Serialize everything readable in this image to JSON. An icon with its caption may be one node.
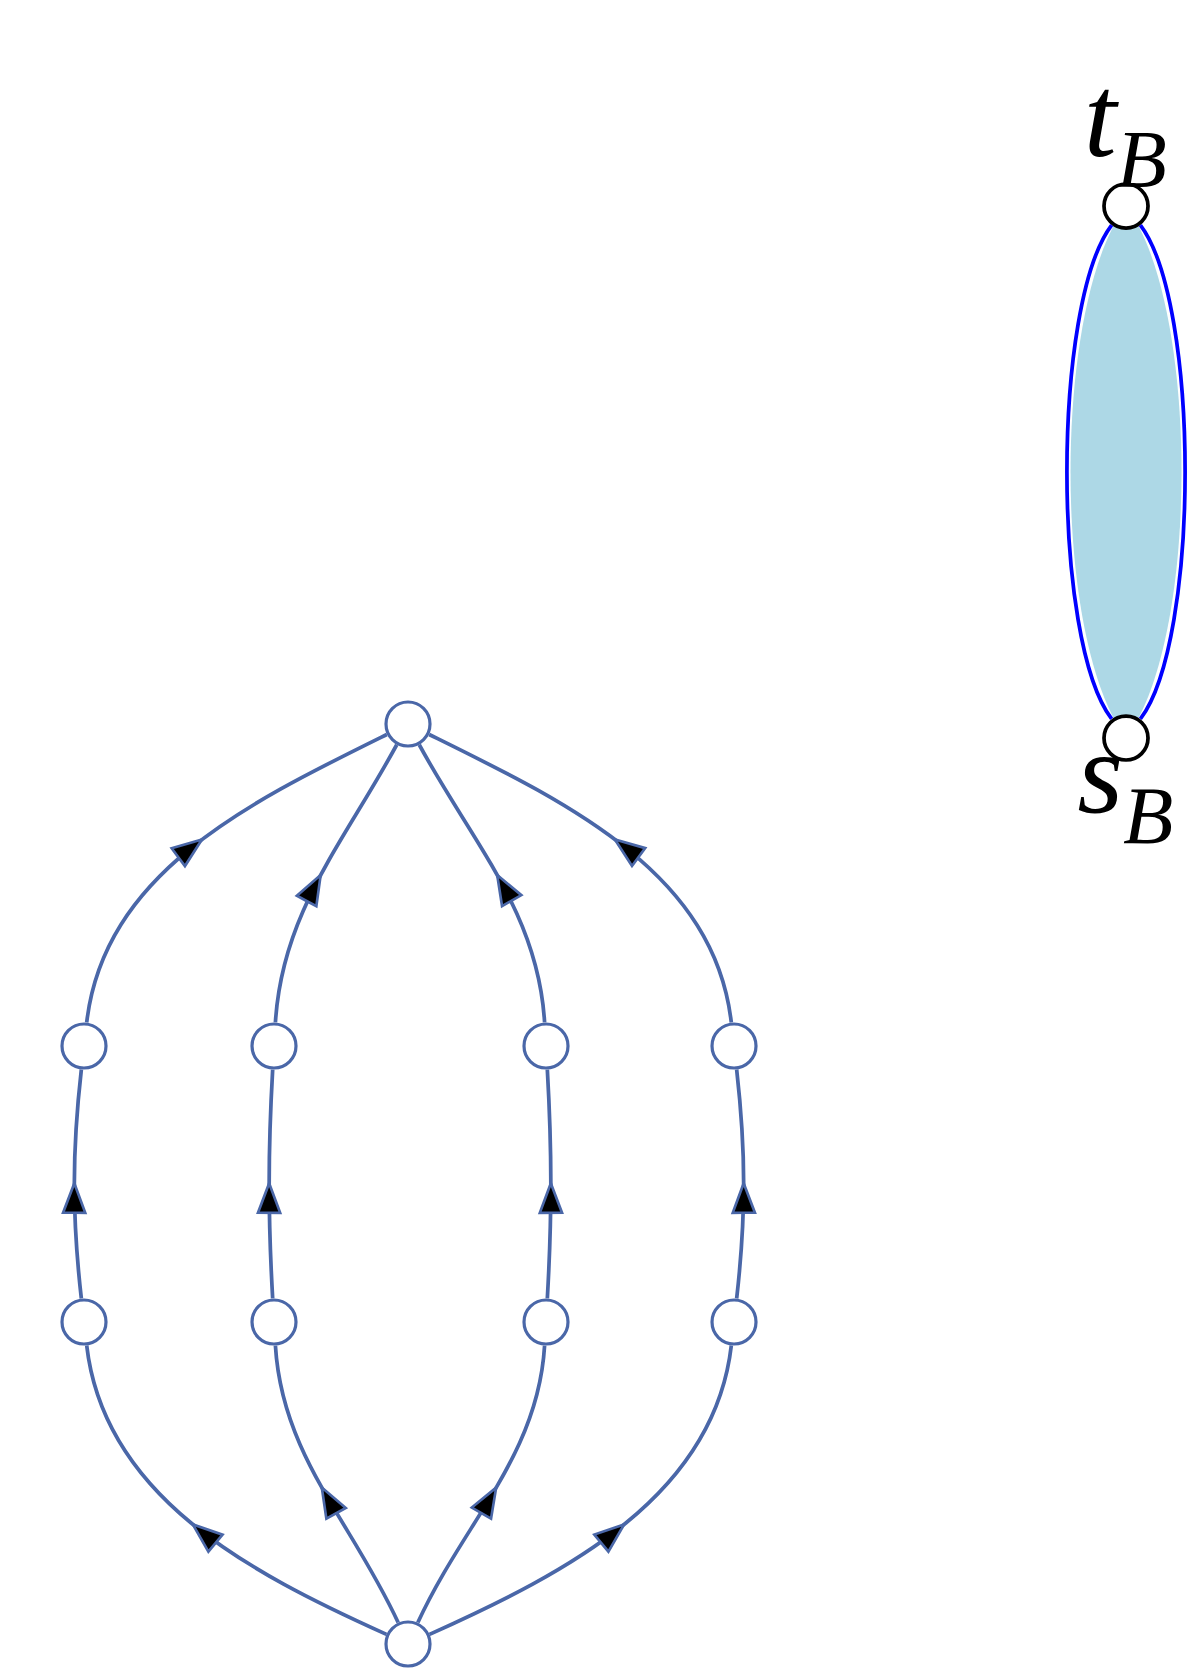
{
  "diagram": {
    "nodes": [
      {
        "text": [],
        "shape": "circle",
        "beside": [
          "t$_{B}$"
        ]
      },
      {
        "text": [],
        "shape": "circle",
        "beside": [
          "s$_{B}$"
        ]
      },
      {
        "text": [],
        "shape": "circle"
      },
      {
        "text": [],
        "shape": "circle"
      },
      {
        "text": [],
        "shape": "circle"
      },
      {
        "text": [],
        "shape": "circle"
      },
      {
        "text": [],
        "shape": "circle"
      },
      {
        "text": [],
        "shape": "circle"
      },
      {
        "text": [],
        "shape": "circle"
      },
      {
        "text": [],
        "shape": "circle"
      },
      {
        "text": [],
        "shape": "circle"
      },
      {
        "text": [],
        "shape": "circle"
      }
    ],
    "edges": [
      {
        "from": 1,
        "to": 0,
        "arrow": "none",
        "color": "#0000ff"
      },
      {
        "from": 1,
        "to": 0,
        "arrow": "none",
        "color": "#0000ff"
      },
      {
        "from": 11,
        "to": 7,
        "arrow": "to"
      },
      {
        "from": 11,
        "to": 8,
        "arrow": "to"
      },
      {
        "from": 11,
        "to": 9,
        "arrow": "to"
      },
      {
        "from": 11,
        "to": 10,
        "arrow": "to"
      },
      {
        "from": 7,
        "to": 3,
        "arrow": "to"
      },
      {
        "from": 8,
        "to": 4,
        "arrow": "to"
      },
      {
        "from": 9,
        "to": 5,
        "arrow": "to"
      },
      {
        "from": 10,
        "to": 6,
        "arrow": "to"
      },
      {
        "from": 3,
        "to": 2,
        "arrow": "to"
      },
      {
        "from": 4,
        "to": 2,
        "arrow": "to"
      },
      {
        "from": 5,
        "to": 2,
        "arrow": "to"
      },
      {
        "from": 6,
        "to": 2,
        "arrow": "to"
      }
    ]
  }
}
